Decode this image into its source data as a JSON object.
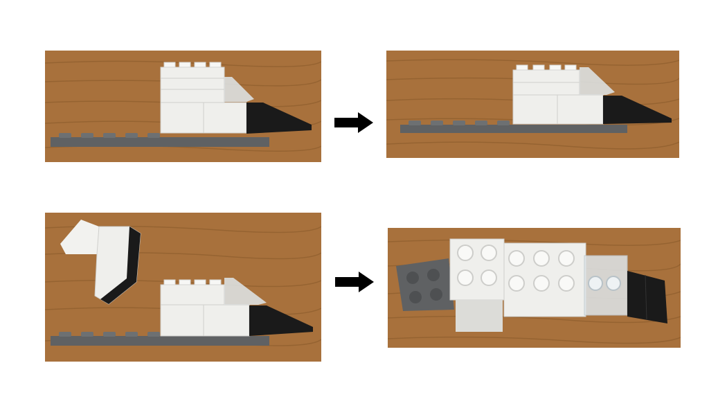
{
  "slide": {
    "background": "#ffffff",
    "arrow_color": "#000000"
  },
  "colors": {
    "wood": "#a8713c",
    "wood_dark": "#8a5a2b",
    "plate": "#5f6163",
    "brick_white": "#efefec",
    "slope_black": "#1a1a1a",
    "clear": "#dfe6ea"
  },
  "panels": [
    {
      "name": "top-left-photo",
      "depicts": "lego-ship-side-view"
    },
    {
      "name": "top-right-photo",
      "depicts": "lego-ship-side-view-reduced"
    },
    {
      "name": "bottom-left-photo",
      "depicts": "lego-ship-with-detached-piece"
    },
    {
      "name": "bottom-right-photo",
      "depicts": "lego-ship-top-view"
    }
  ],
  "arrows": [
    {
      "name": "top-arrow",
      "icon": "right-arrow-icon"
    },
    {
      "name": "bottom-arrow",
      "icon": "right-arrow-icon"
    }
  ]
}
